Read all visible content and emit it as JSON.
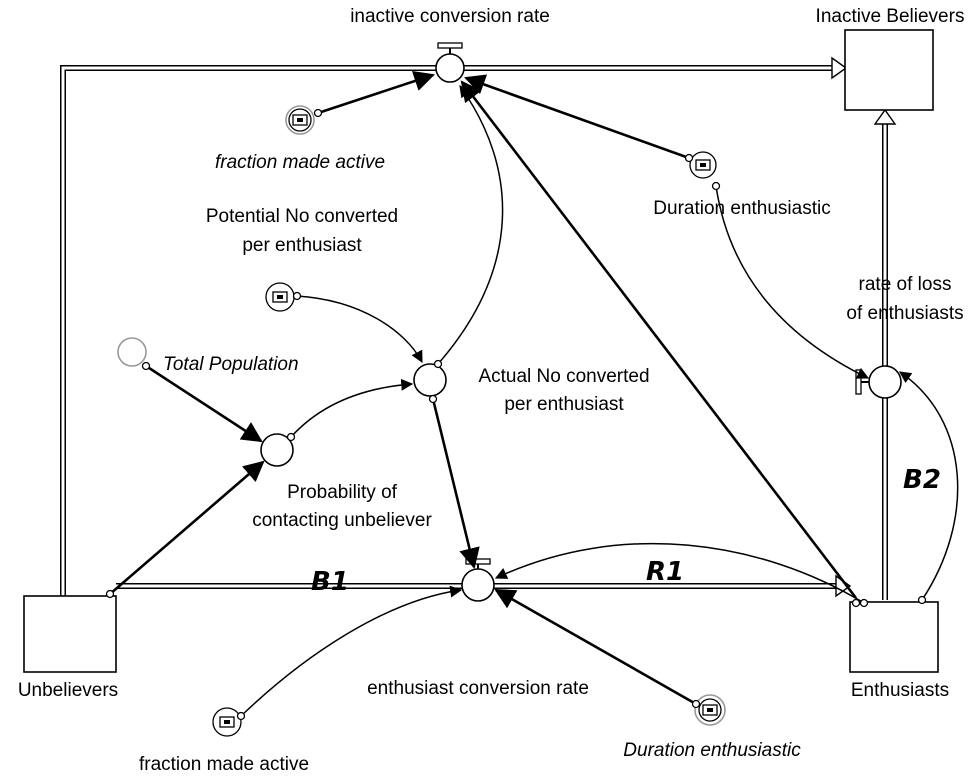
{
  "stocks": {
    "unbelievers": "Unbelievers",
    "enthusiasts": "Enthusiasts",
    "inactive_believers": "Inactive Believers"
  },
  "flows": {
    "inactive_conversion_rate": "inactive conversion rate",
    "enthusiast_conversion_rate": "enthusiast conversion rate",
    "rate_of_loss_line1": "rate of loss",
    "rate_of_loss_line2": "of enthusiasts"
  },
  "converters": {
    "fraction_made_active_italic": "fraction made active",
    "fraction_made_active": "fraction made active",
    "duration_enthusiastic": "Duration enthusiastic",
    "duration_enthusiastic_italic": "Duration enthusiastic",
    "potential_no_line1": "Potential No converted",
    "potential_no_line2": "per enthusiast",
    "total_population": "Total Population",
    "actual_no_line1": "Actual No converted",
    "actual_no_line2": "per enthusiast",
    "probability_line1": "Probability of",
    "probability_line2": "contacting unbeliever"
  },
  "loops": {
    "b1": "B1",
    "r1": "R1",
    "b2": "B2"
  }
}
